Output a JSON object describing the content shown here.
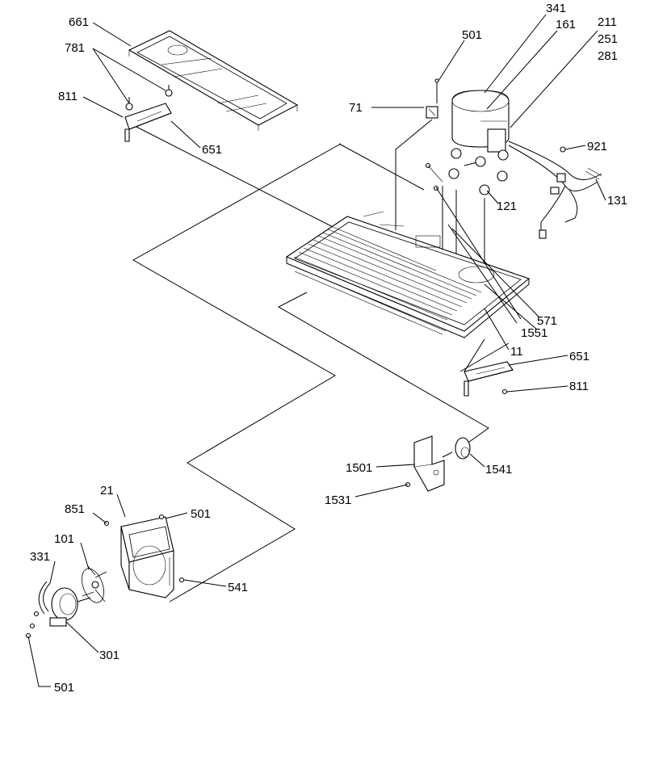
{
  "labels": {
    "l661": "661",
    "l781": "781",
    "l811a": "811",
    "l651a": "651",
    "l501a": "501",
    "l341": "341",
    "l161": "161",
    "l211": "211",
    "l251": "251",
    "l281": "281",
    "l71": "71",
    "l921": "921",
    "l121": "121",
    "l131": "131",
    "l571": "571",
    "l1551": "1551",
    "l11": "11",
    "l651b": "651",
    "l811b": "811",
    "l1501": "1501",
    "l1541": "1541",
    "l1531": "1531",
    "l21": "21",
    "l501b": "501",
    "l851": "851",
    "l101": "101",
    "l331": "331",
    "l541": "541",
    "l301": "301",
    "l501c": "501"
  }
}
